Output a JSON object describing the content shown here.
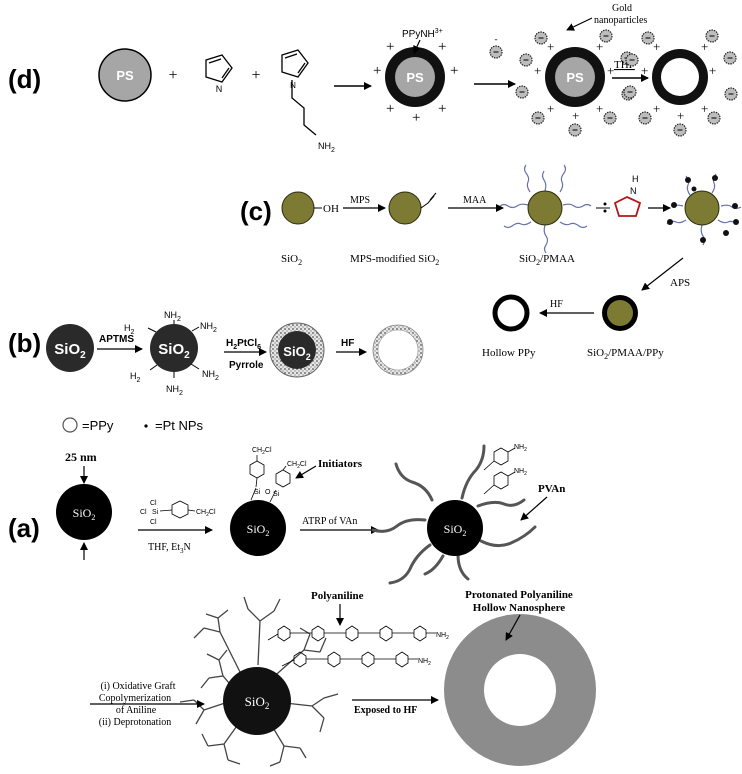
{
  "panels": {
    "d": "(d)",
    "c": "(c)",
    "b": "(b)",
    "a": "(a)"
  },
  "panel_d": {
    "ps": "PS",
    "ppynh3": "PPyNH",
    "ppynh3_sup": "3",
    "ppynh3_charge": "+",
    "nh2": "NH",
    "nh2_sub": "2",
    "pyrrole_n": "N",
    "gold_line1": "Gold",
    "gold_line2": "nanoparticles",
    "thf": "THF",
    "plus": "+",
    "minus": "-"
  },
  "panel_c": {
    "oh": "OH",
    "mps": "MPS",
    "maa": "MAA",
    "pyrrole_h": "H",
    "pyrrole_n": "N",
    "aps": "APS",
    "hf": "HF",
    "sio2": "SiO",
    "sio2_sub": "2",
    "mps_modified": "MPS-modified SiO",
    "sio2_pmaa": "SiO",
    "sio2_pmaa_rest": "/PMAA",
    "hollow_ppy": "Hollow PPy",
    "sio2_pmaa_ppy": "SiO",
    "sio2_pmaa_ppy_rest": "/PMAA/PPy"
  },
  "panel_b": {
    "sio2": "SiO",
    "sub2": "2",
    "aptms": "APTMS",
    "nh2": "NH",
    "h2n": "H",
    "h2ptcl6_h": "H",
    "h2ptcl6_rest": "PtCl",
    "h2ptcl6_sub1": "2",
    "h2ptcl6_sub2": "6",
    "pyrrole": "Pyrrole",
    "hf": "HF",
    "legend_ppy": "=PPy",
    "legend_pt": "=Pt NPs"
  },
  "panel_a": {
    "size_25nm": "25 nm",
    "sio2": "SiO",
    "sub2": "2",
    "reagent_cl3si": "Cl",
    "reagent_si": "Si",
    "reagent_ch2cl": "CH",
    "thf_et3n": "THF, Et",
    "et3n_n": "N",
    "et3n_sub": "3",
    "ch2cl": "CH",
    "cl": "Cl",
    "initiators": "Initiators",
    "si": "Si",
    "o": "O",
    "atrp": "ATRP of VAn",
    "pvan": "PVAn",
    "nh2": "NH",
    "polyaniline": "Polyaniline",
    "step1_l1": "(i) Oxidative Graft",
    "step1_l2": "Copolymerization",
    "step1_l3": "of Aniline",
    "step2": "(ii) Deprotonation",
    "exposed_hf": "Exposed to HF",
    "hollow_l1": "Protonated Polyaniline",
    "hollow_l2": "Hollow Nanosphere"
  }
}
